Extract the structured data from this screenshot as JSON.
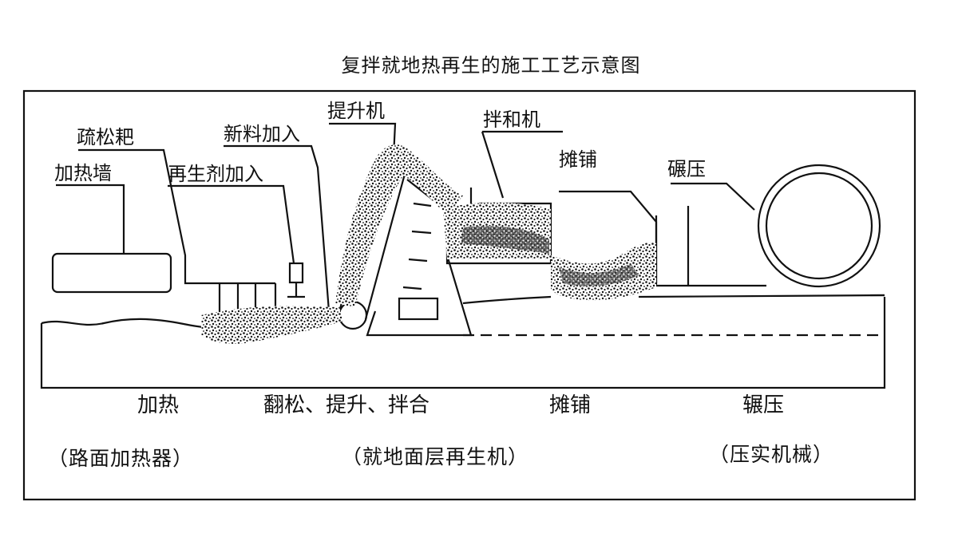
{
  "title": "复拌就地热再生的施工工艺示意图",
  "labels": {
    "heating_wall": "加热墙",
    "scarifier": "疏松耙",
    "regenerant_add": "再生剂加入",
    "new_material_add": "新料加入",
    "elevator": "提升机",
    "mixer": "拌和机",
    "paver": "摊铺",
    "roller": "碾压"
  },
  "stages": [
    {
      "name": "加热",
      "equipment": "（路面加热器）"
    },
    {
      "name": "翻松、提升、拌合",
      "equipment": "（就地面层再生机）"
    },
    {
      "name": "摊铺",
      "equipment": ""
    },
    {
      "name": "辗压",
      "equipment": "（压实机械）"
    }
  ],
  "colors": {
    "ink": "#111111",
    "background": "#ffffff"
  }
}
